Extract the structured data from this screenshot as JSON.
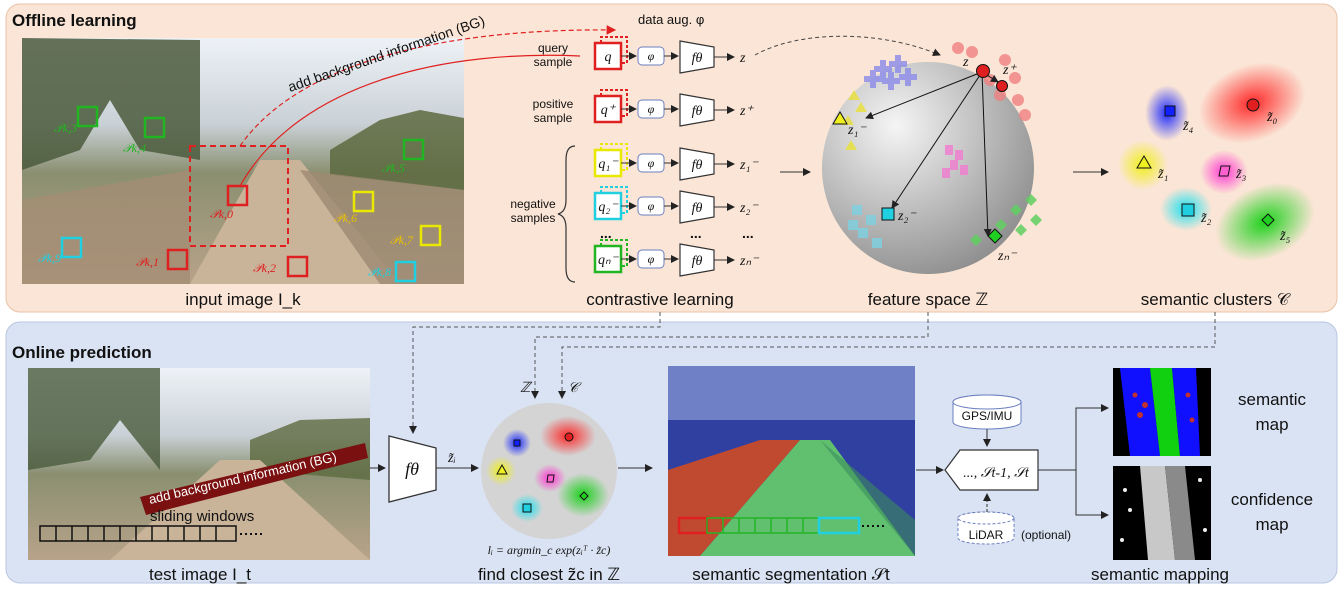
{
  "sections": {
    "offline_title": "Offline learning",
    "online_title": "Online prediction"
  },
  "offline": {
    "input_caption": "input image I_k",
    "bg_label": "add background information (BG)",
    "data_aug_label": "data aug. φ",
    "query_label": [
      "query",
      "sample"
    ],
    "positive_label": [
      "positive",
      "sample"
    ],
    "negative_label": [
      "negative",
      "samples"
    ],
    "contrastive_caption": "contrastive learning",
    "feature_caption": "feature space ℤ",
    "clusters_caption": "semantic clusters 𝒞",
    "patch_labels": [
      "𝒫k,3",
      "𝒫k,4",
      "𝒫k,5",
      "𝒫k,0",
      "𝒫k,6",
      "𝒫k,7",
      "𝒫k,9",
      "𝒫k,1",
      "𝒫k,2",
      "𝒫k,8"
    ],
    "sample_symbols": [
      "q",
      "q⁺",
      "q₁⁻",
      "q₂⁻",
      "qₙ⁻"
    ],
    "phi_symbol": "φ",
    "f_symbol": "fθ",
    "z_symbols": [
      "z",
      "z⁺",
      "z₁⁻",
      "z₂⁻",
      "zₙ⁻"
    ],
    "dots": "...",
    "cluster_labels": [
      "z̃₄",
      "z̃₀",
      "z̃₁",
      "z̃₃",
      "z̃₂",
      "z̃₅"
    ],
    "feature_labels": [
      "z",
      "z⁺",
      "z₁⁻",
      "z₂⁻",
      "zₙ⁻"
    ]
  },
  "online": {
    "bg_label": "add background information (BG)",
    "sliding_label": "sliding windows",
    "test_caption": "test image I_t",
    "f_symbol": "fθ",
    "zi_symbol": "z̃ᵢ",
    "Z_symbol": "ℤ",
    "C_symbol": "𝒞",
    "argmin_label": "lᵢ = argmin_c exp(zᵢᵀ · z̃c)",
    "find_caption": "find closest z̃c in ℤ",
    "seg_caption": "semantic segmentation 𝒮t",
    "gps_label": "GPS/IMU",
    "lidar_label": "LiDAR",
    "optional_label": "(optional)",
    "seq_label": "..., 𝒮t-1, 𝒮t",
    "semantic_map_label": [
      "semantic",
      "map"
    ],
    "confidence_map_label": [
      "confidence",
      "map"
    ],
    "mapping_caption": "semantic mapping"
  },
  "colors": {
    "offline_bg": "#fbe5d6",
    "online_bg": "#dae3f3",
    "red": "#e02020",
    "green": "#22b522",
    "yellow": "#e8e800",
    "cyan": "#20d0e0",
    "blue": "#2020ff",
    "pink": "#ff40c0",
    "purple": "#6b6bd6",
    "dark_red": "#7a1010"
  }
}
